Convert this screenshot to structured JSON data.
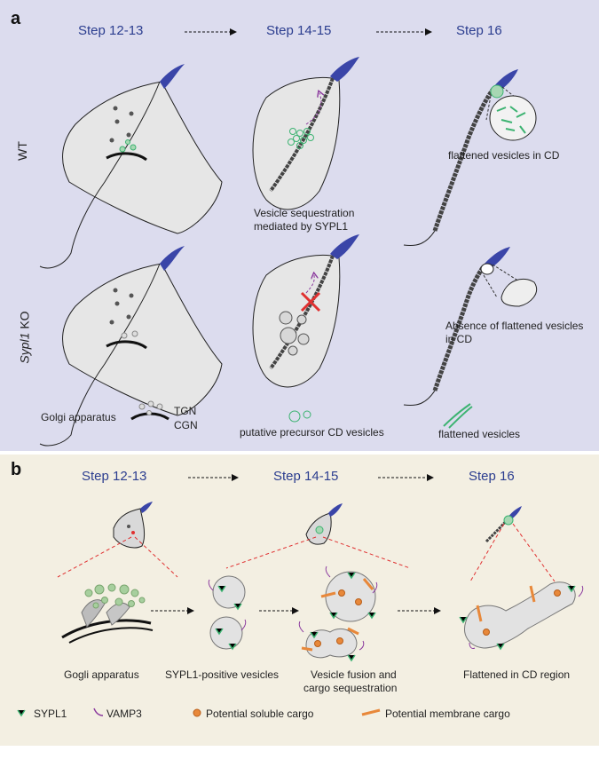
{
  "panel_a": {
    "letter": "a",
    "steps": [
      "Step 12-13",
      "Step 14-15",
      "Step 16"
    ],
    "row_labels": {
      "wt": "WT",
      "ko_italic": "Sypl1",
      "ko_rest": " KO"
    },
    "labels": {
      "wt_step16": "flattened vesicles in CD",
      "wt_step14_line1": "Vesicle sequestration",
      "wt_step14_line2": "mediated by SYPL1",
      "ko_step16_line1": "Absence of flattened vesicles",
      "ko_step16_line2": "in CD"
    },
    "legend": {
      "golgi": "Golgi apparatus",
      "tgn": "TGN",
      "cgn": "CGN",
      "precursor": "putative precursor CD vesicles",
      "flattened": "flattened vesicles"
    }
  },
  "panel_b": {
    "letter": "b",
    "steps": [
      "Step 12-13",
      "Step 14-15",
      "Step 16"
    ],
    "labels": {
      "golgi": "Gogli apparatus",
      "sypl1_vesicles": "SYPL1-positive vesicles",
      "fusion_line1": "Vesicle fusion and",
      "fusion_line2": "cargo sequestration",
      "flattened": "Flattened in CD region"
    },
    "legend": {
      "sypl1": "SYPL1",
      "vamp3": "VAMP3",
      "soluble": "Potential soluble cargo",
      "membrane": "Potential membrane cargo"
    }
  },
  "colors": {
    "acrosome": "#3a45a8",
    "vesicle": "#3cb371",
    "step_text": "#2b3d8f",
    "inhibit": "#e03030",
    "vamp": "#8b3a9e",
    "cargo": "#e8883a"
  }
}
